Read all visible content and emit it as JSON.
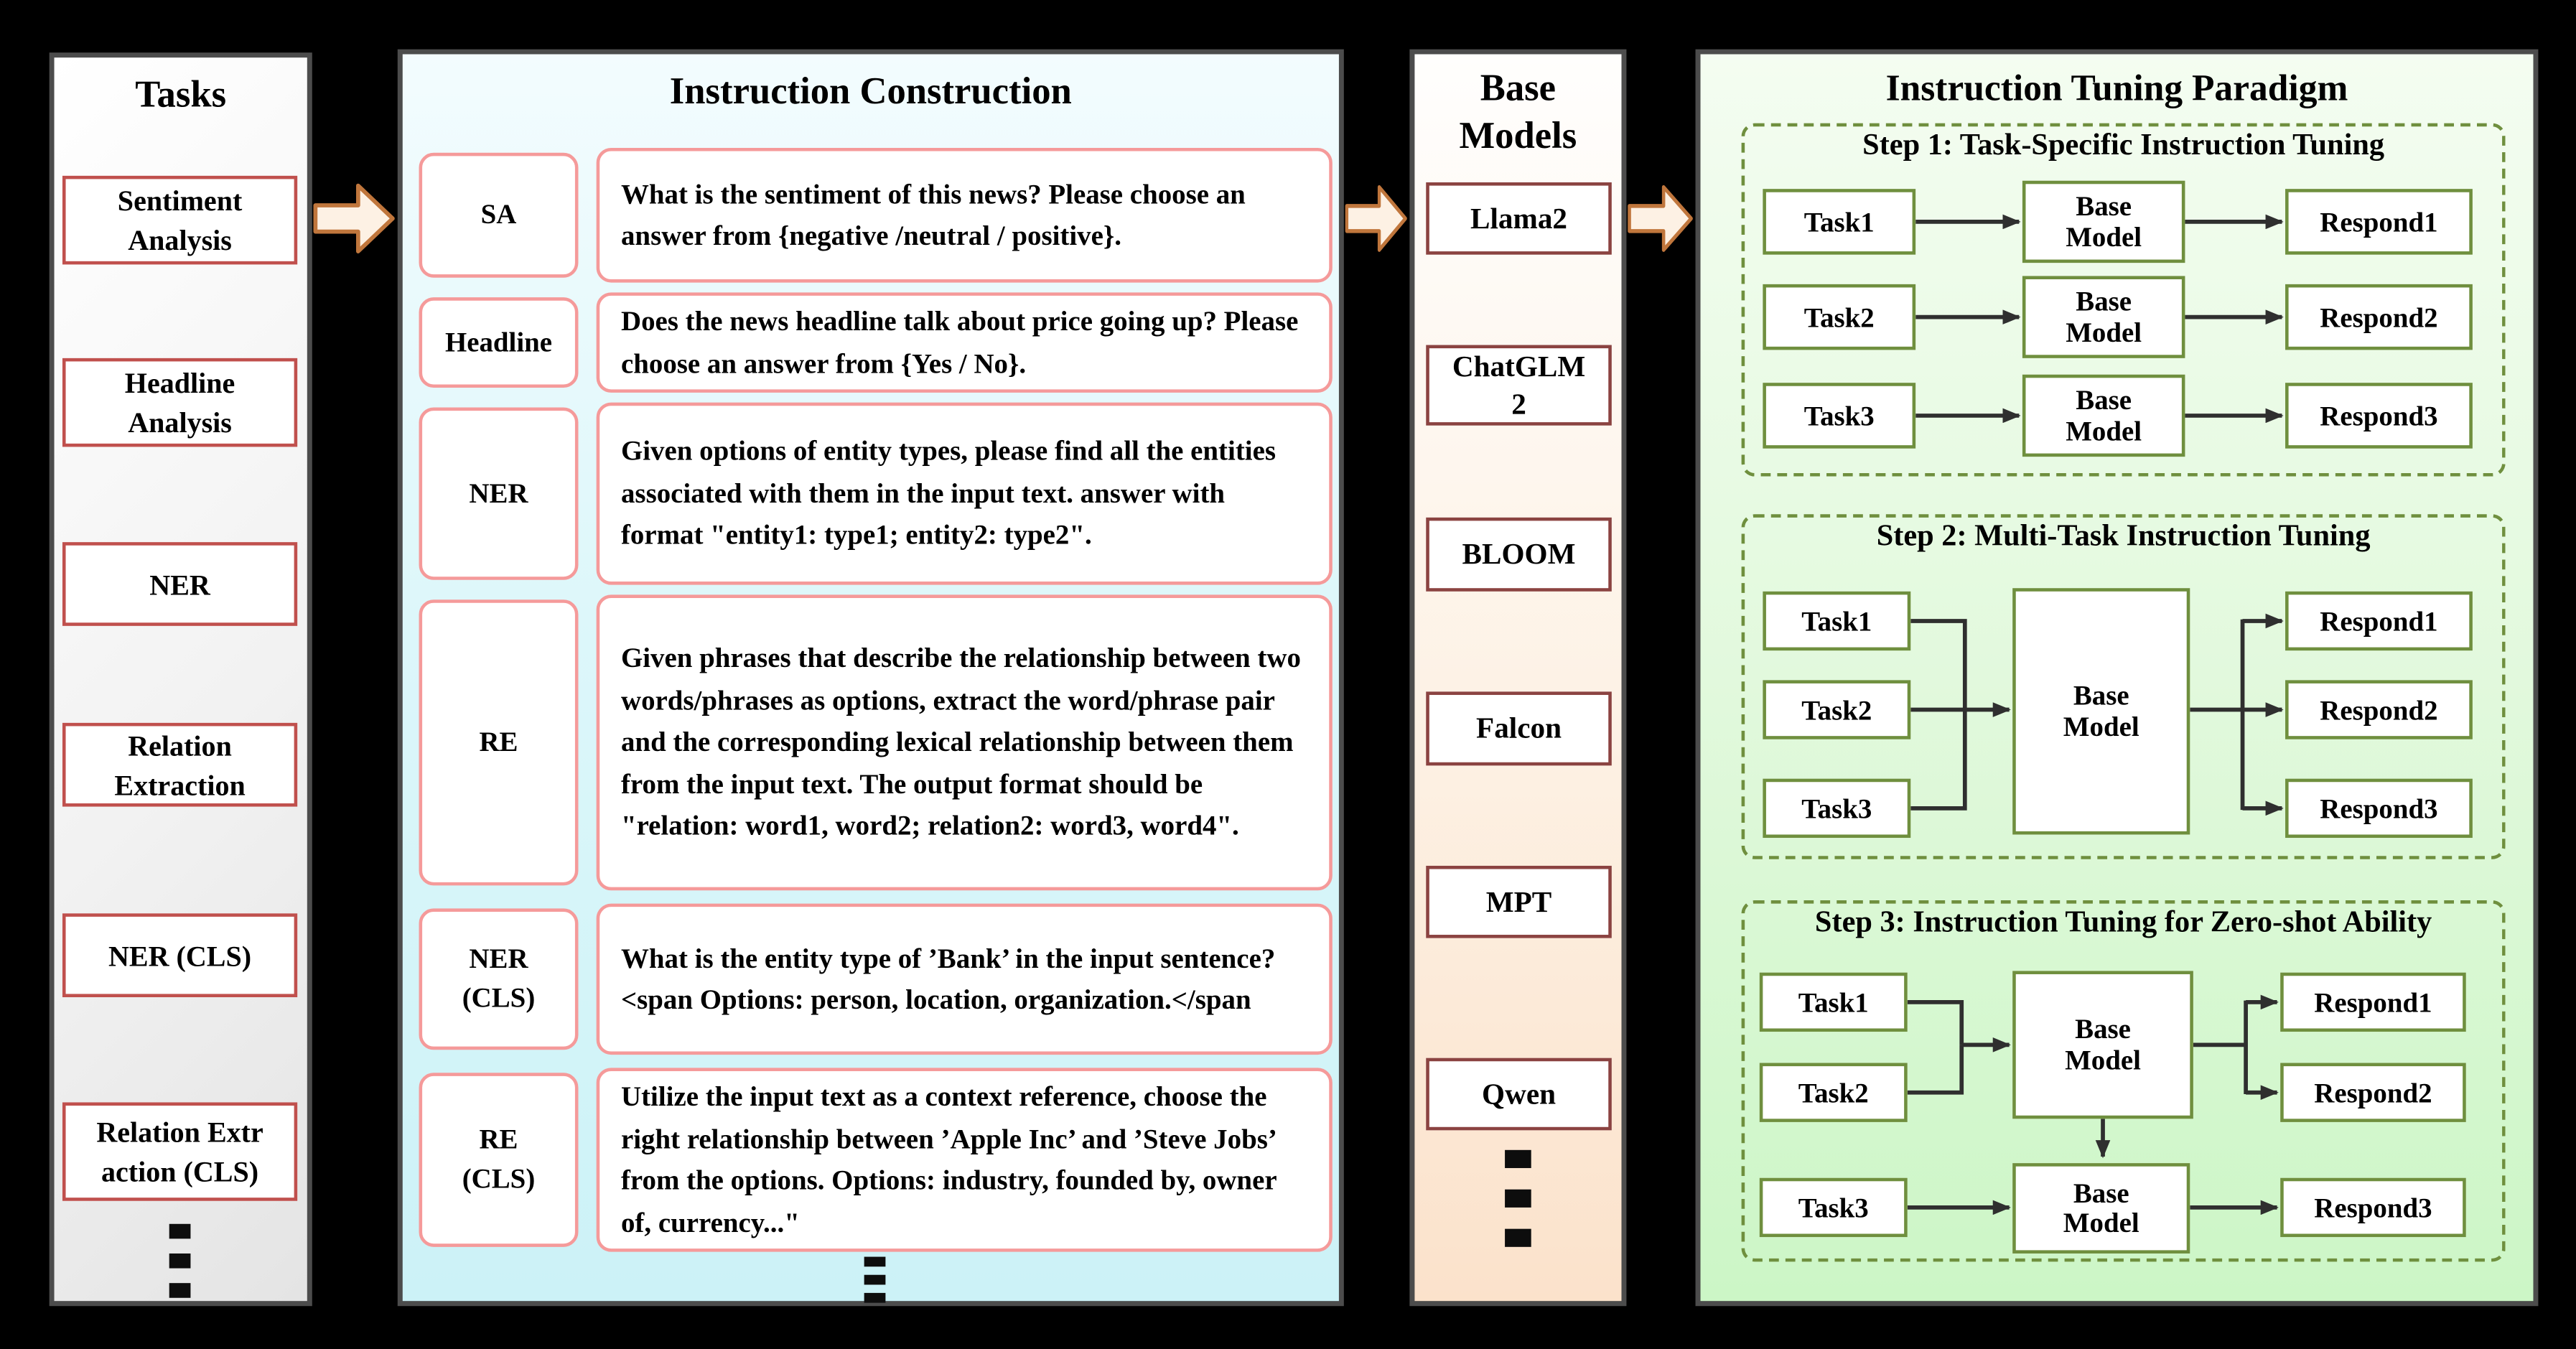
{
  "tasks": {
    "title": "Tasks",
    "items": [
      "Sentiment Analysis",
      "Headline Analysis",
      "NER",
      "Relation Extraction",
      "NER (CLS)",
      "Relation Extr action (CLS)"
    ]
  },
  "construction": {
    "title": "Instruction Construction",
    "rows": [
      {
        "label": "SA",
        "text": "What is the sentiment of this news? Please choose an answer from {negative /neutral / positive}."
      },
      {
        "label": "Headline",
        "text": "Does the news headline talk about price going up? Please choose an answer from {Yes / No}."
      },
      {
        "label": "NER",
        "text": "Given options of entity types, please find all the entities associated with them in the input text. answer with format \"entity1: type1; entity2: type2\"."
      },
      {
        "label": "RE",
        "text": "Given phrases that describe the relationship between two words/phrases as options, extract the word/phrase pair and the corresponding lexical relationship between them from the input text. The output format should be \"relation: word1, word2; relation2: word3, word4\"."
      },
      {
        "label": "NER (CLS)",
        "text": "What is the entity type of ’Bank’ in the input sentence?<span Options: person, location, organization.</span"
      },
      {
        "label": "RE (CLS)",
        "text": "Utilize the input text as a context reference, choose the right relationship between ’Apple Inc’ and ’Steve Jobs’ from the options. Options: industry, founded by, owner of, currency...\""
      }
    ]
  },
  "models": {
    "title": "Base Models",
    "items": [
      "Llama2",
      "ChatGLM 2",
      "BLOOM",
      "Falcon",
      "MPT",
      "Qwen"
    ]
  },
  "paradigm": {
    "title": "Instruction Tuning Paradigm",
    "step1": {
      "title": "Step 1: Task-Specific Instruction Tuning",
      "rows": [
        {
          "task": "Task1",
          "model": "Base Model",
          "respond": "Respond1"
        },
        {
          "task": "Task2",
          "model": "Base Model",
          "respond": "Respond2"
        },
        {
          "task": "Task3",
          "model": "Base Model",
          "respond": "Respond3"
        }
      ]
    },
    "step2": {
      "title": "Step 2: Multi-Task Instruction Tuning",
      "tasks": [
        "Task1",
        "Task2",
        "Task3"
      ],
      "model": "Base Model",
      "responds": [
        "Respond1",
        "Respond2",
        "Respond3"
      ]
    },
    "step3": {
      "title": "Step 3: Instruction Tuning for Zero-shot Ability",
      "tasks_top": [
        "Task1",
        "Task2"
      ],
      "model_top": "Base Model",
      "responds_top": [
        "Respond1",
        "Respond2"
      ],
      "task_bottom": "Task3",
      "model_bottom": "Base Model",
      "respond_bottom": "Respond3"
    }
  },
  "colors": {
    "background": "#000000",
    "panel_border": "#4c4c4c",
    "task_box_border": "#c0504d",
    "instruction_box_border": "#f59a9a",
    "base_model_box_border": "#8b4341",
    "paradigm_box_border": "#6f8f3e",
    "block_arrow_fill": "#fdf1e4",
    "block_arrow_border": "#c0763c",
    "connector": "#2f2f2f"
  }
}
